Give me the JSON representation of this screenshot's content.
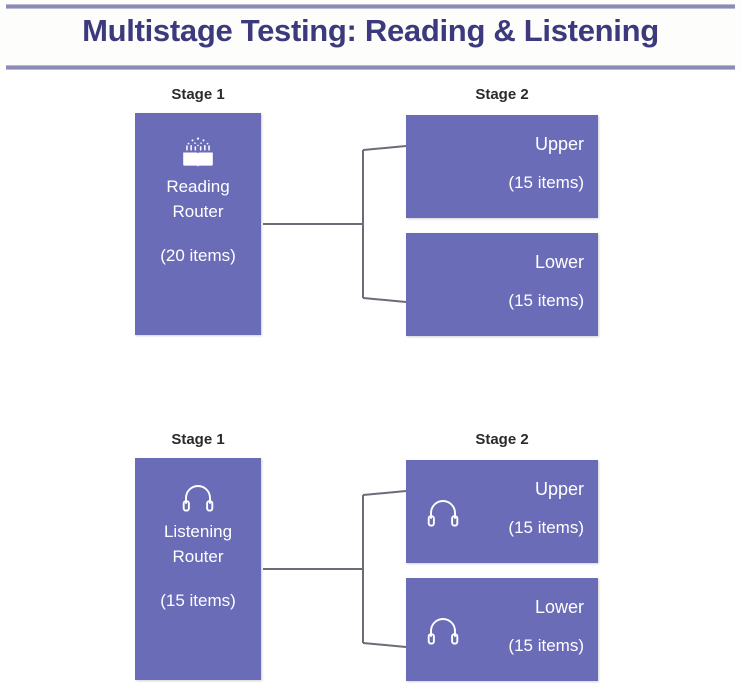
{
  "title": "Multistage Testing: Reading & Listening",
  "colors": {
    "title_text": "#3c3a7d",
    "box_fill": "#6a6cb8",
    "box_text": "#ffffff",
    "connector_line": "#6c6c78",
    "rule": "#8b8bb5",
    "background": "#ffffff",
    "stage_label_text": "#2b2b2b"
  },
  "diagrams": [
    {
      "id": "reading",
      "stage1_label": "Stage 1",
      "stage2_label": "Stage 2",
      "router": {
        "icon": "open-book-sparkles-icon",
        "name_line1": "Reading",
        "name_line2": "Router",
        "items": "(20 items)"
      },
      "levels": [
        {
          "icon": null,
          "name": "Upper",
          "items": "(15 items)"
        },
        {
          "icon": null,
          "name": "Lower",
          "items": "(15 items)"
        }
      ]
    },
    {
      "id": "listening",
      "stage1_label": "Stage 1",
      "stage2_label": "Stage 2",
      "router": {
        "icon": "headphones-icon",
        "name_line1": "Listening",
        "name_line2": "Router",
        "items": "(15 items)"
      },
      "levels": [
        {
          "icon": "headphones-icon",
          "name": "Upper",
          "items": "(15 items)"
        },
        {
          "icon": "headphones-icon",
          "name": "Lower",
          "items": "(15 items)"
        }
      ]
    }
  ]
}
